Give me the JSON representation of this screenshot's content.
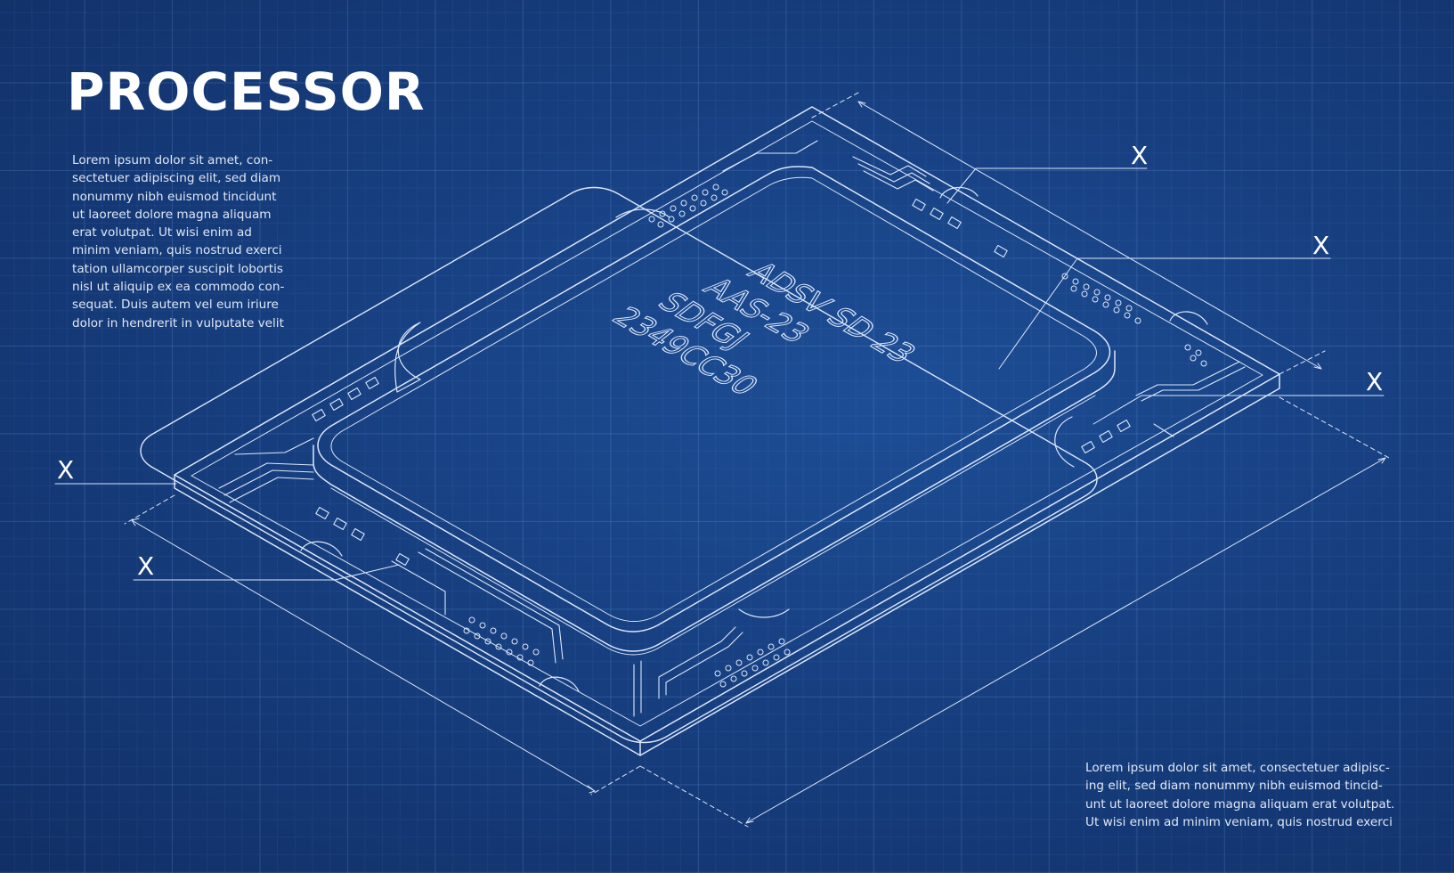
{
  "title": "PROCESSOR",
  "left_paragraph": [
    "Lorem ipsum dolor sit amet, con-",
    "sectetuer adipiscing elit, sed diam",
    "nonummy nibh euismod tincidunt",
    "ut laoreet dolore magna aliquam",
    "erat volutpat. Ut wisi enim ad",
    "minim veniam, quis nostrud exerci",
    "tation ullamcorper suscipit lobortis",
    "nisl ut aliquip ex ea commodo con-",
    "sequat. Duis autem vel eum iriure",
    "dolor in hendrerit in vulputate velit"
  ],
  "right_paragraph": [
    "Lorem ipsum dolor sit amet, consectetuer adipisc-",
    "ing elit, sed diam nonummy nibh euismod tincid-",
    "unt ut laoreet dolore magna aliquam erat volutpat.",
    "Ut wisi enim ad minim veniam, quis nostrud exerci"
  ],
  "chip_markings": [
    "ADSV SD 23",
    "AAS-23",
    "SDFGJ",
    "2349CC30"
  ],
  "callouts": [
    "X",
    "X",
    "X",
    "X",
    "X"
  ],
  "colors": {
    "background": "#173f80",
    "line": "#dbe7fb",
    "text": "#ffffff"
  }
}
